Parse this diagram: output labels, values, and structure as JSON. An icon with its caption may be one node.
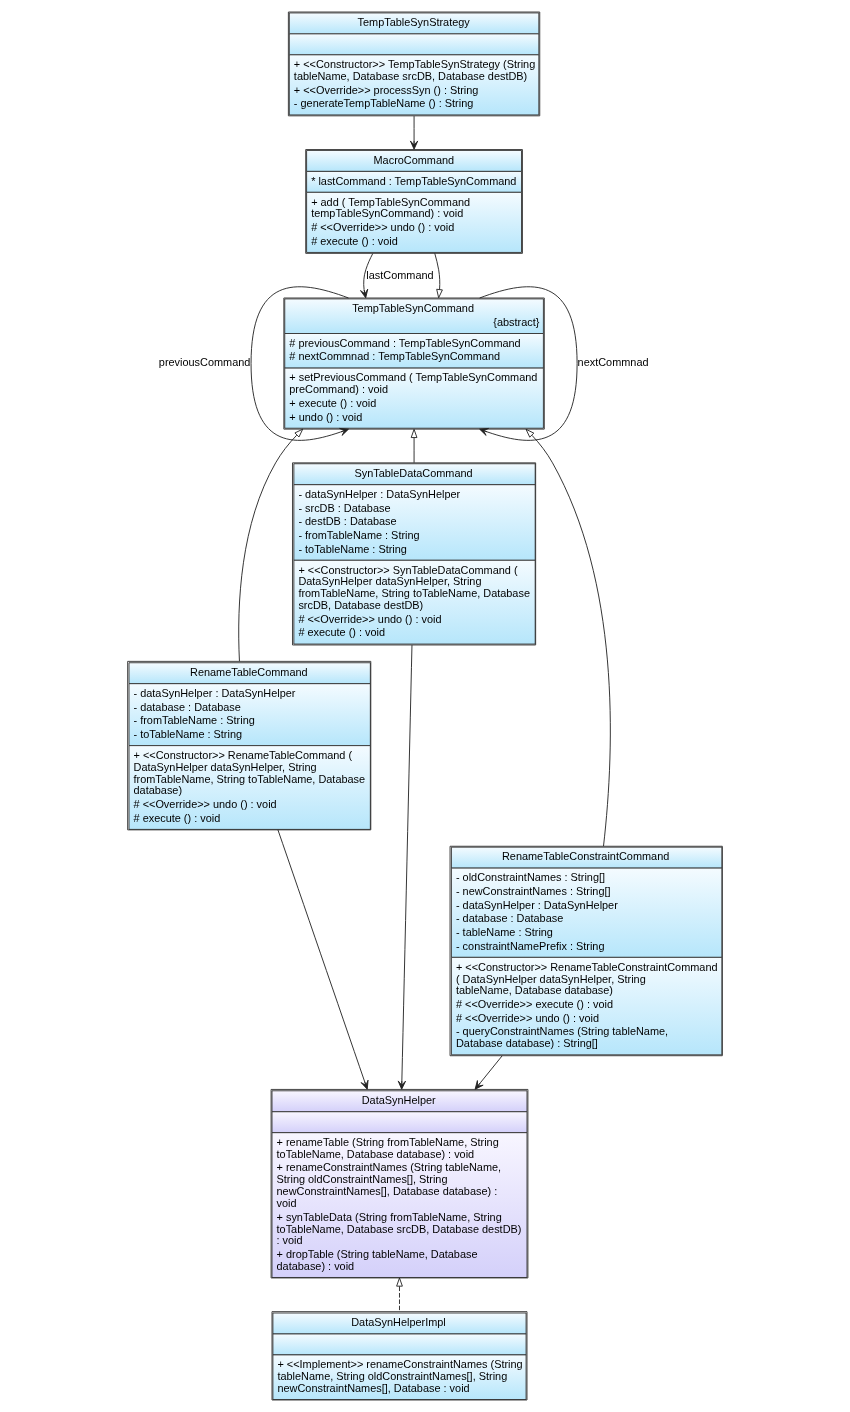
{
  "diagram": {
    "nodes": [
      {
        "text": [
          "TempTableSynStrategy",
          "+ <<Constructor>> TempTableSynStrategy (String tableName, Database srcDB, Database destDB)",
          "+ <<Override>> processSyn () : String",
          "- generateTempTableName () : String"
        ]
      },
      {
        "text": [
          "MacroCommand",
          "* lastCommand : TempTableSynCommand",
          "+ add ( TempTableSynCommand tempTableSynCommand) : void",
          "# <<Override>> undo () : void",
          "# execute () : void"
        ]
      },
      {
        "text": [
          "TempTableSynCommand",
          "{abstract}",
          "# previousCommand : TempTableSynCommand",
          "# nextCommnad : TempTableSynCommand",
          "+ setPreviousCommand ( TempTableSynCommand preCommand) : void",
          "+ execute () : void",
          "+ undo () : void"
        ]
      },
      {
        "text": [
          "RenameTableCommand",
          "- dataSynHelper : DataSynHelper",
          "- database : Database",
          "- fromTableName : String",
          "- toTableName : String",
          "+ <<Constructor>> RenameTableCommand ( DataSynHelper dataSynHelper, String fromTableName, String toTableName, Database database)",
          "# <<Override>> undo () : void",
          "# execute () : void"
        ]
      },
      {
        "text": [
          "SynTableDataCommand",
          "- dataSynHelper : DataSynHelper",
          "- srcDB : Database",
          "- destDB : Database",
          "- fromTableName : String",
          "- toTableName : String",
          "+ <<Constructor>> SynTableDataCommand ( DataSynHelper dataSynHelper, String fromTableName, String toTableName, Database srcDB, Database destDB)",
          "# <<Override>> undo () : void",
          "# execute () : void"
        ]
      },
      {
        "text": [
          "RenameTableConstraintCommand",
          "- oldConstraintNames : String[]",
          "- newConstraintNames : String[]",
          "- dataSynHelper : DataSynHelper",
          "- database : Database",
          "- tableName : String",
          "- constraintNamePrefix : String",
          "+ <<Constructor>> RenameTableConstraintCommand ( DataSynHelper dataSynHelper, String tableName, Database database)",
          "# <<Override>> execute () : void",
          "# <<Override>> undo () : void",
          "- queryConstraintNames (String tableName, Database database) : String[]"
        ]
      },
      {
        "text": [
          "DataSynHelper",
          "+ renameTable (String fromTableName, String toTableName, Database database) : void",
          "+ renameConstraintNames (String tableName, String oldConstraintNames[], String newConstraintNames[], Database database) : void",
          "+ synTableData (String fromTableName, String toTableName, Database srcDB, Database destDB) : void",
          "+ dropTable (String tableName, Database database) : void"
        ]
      },
      {
        "text": [
          "DataSynHelperImpl",
          "+ <<Implement>> renameConstraintNames (String tableName, String oldConstraintNames[], String newConstraintNames[], Database : void"
        ]
      }
    ],
    "edges": [
      {
        "from": 0,
        "to": 1,
        "arrow": "to"
      },
      {
        "from": 1,
        "to": 2,
        "arrow": "to",
        "label": "lastCommand"
      },
      {
        "from": 1,
        "to": 2,
        "arrow": "to"
      },
      {
        "from": 2,
        "to": 2,
        "arrow": "to",
        "label": "nextCommnad"
      },
      {
        "from": 2,
        "to": 2,
        "arrow": "to",
        "label": "previousCommand"
      },
      {
        "from": 3,
        "to": 2,
        "arrow": "to"
      },
      {
        "from": 4,
        "to": 2,
        "arrow": "to"
      },
      {
        "from": 5,
        "to": 2,
        "arrow": "to"
      },
      {
        "from": 5,
        "to": 6,
        "arrow": "to"
      },
      {
        "from": 3,
        "to": 6,
        "arrow": "to"
      },
      {
        "from": 4,
        "to": 6,
        "arrow": "to"
      },
      {
        "from": 7,
        "to": 6,
        "arrow": "to",
        "style": "dashed"
      }
    ]
  }
}
